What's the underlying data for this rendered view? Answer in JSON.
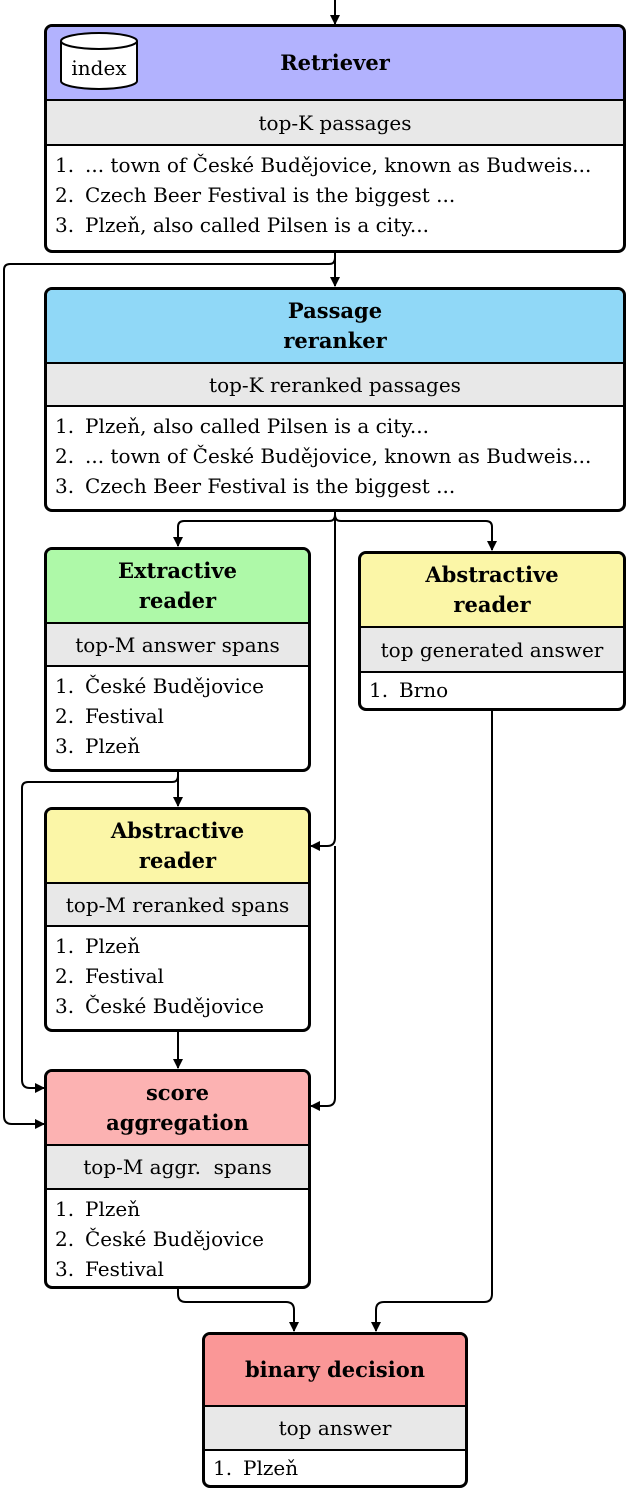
{
  "colors": {
    "retriever": "#b2b2fe",
    "passage_reranker": "#90d8f7",
    "extractive_reader": "#aef9a8",
    "abstractive_reader": "#fbf6a7",
    "score_aggregation": "#fcb2b2",
    "binary_decision": "#fa9797",
    "sub_header": "#e8e8e8"
  },
  "retriever": {
    "index_label": "index",
    "title": "Retriever",
    "subtitle": "top-K passages",
    "items": [
      {
        "num": "1.",
        "text": "...  town of České Budějovice, known as Budweis..."
      },
      {
        "num": "2.",
        "text": "Czech Beer Festival is the biggest ..."
      },
      {
        "num": "3.",
        "text": "Plzeň, also called Pilsen is a city..."
      }
    ]
  },
  "passage_reranker": {
    "title_line1": "Passage",
    "title_line2": "reranker",
    "subtitle": "top-K reranked passages",
    "items": [
      {
        "num": "1.",
        "text": "Plzeň, also called Pilsen is a city..."
      },
      {
        "num": "2.",
        "text": "...  town of České Budějovice, known as Budweis..."
      },
      {
        "num": "3.",
        "text": "Czech Beer Festival is the biggest ..."
      }
    ]
  },
  "extractive_reader": {
    "title_line1": "Extractive",
    "title_line2": "reader",
    "subtitle": "top-M answer spans",
    "items": [
      {
        "num": "1.",
        "text": "České Budějovice"
      },
      {
        "num": "2.",
        "text": "Festival"
      },
      {
        "num": "3.",
        "text": "Plzeň"
      }
    ]
  },
  "abstractive_reader_top": {
    "title_line1": "Abstractive",
    "title_line2": "reader",
    "subtitle": "top generated answer",
    "items": [
      {
        "num": "1.",
        "text": "Brno"
      }
    ]
  },
  "abstractive_reader_rerank": {
    "title_line1": "Abstractive",
    "title_line2": "reader",
    "subtitle": "top-M reranked spans",
    "items": [
      {
        "num": "1.",
        "text": "Plzeň"
      },
      {
        "num": "2.",
        "text": "Festival"
      },
      {
        "num": "3.",
        "text": "České Budějovice"
      }
    ]
  },
  "score_aggregation": {
    "title_line1": "score",
    "title_line2": "aggregation",
    "subtitle": "top-M aggr.  spans",
    "items": [
      {
        "num": "1.",
        "text": "Plzeň"
      },
      {
        "num": "2.",
        "text": "České Budějovice"
      },
      {
        "num": "3.",
        "text": "Festival"
      }
    ]
  },
  "binary_decision": {
    "title": "binary decision",
    "subtitle": "top answer",
    "items": [
      {
        "num": "1.",
        "text": "Plzeň"
      }
    ]
  }
}
